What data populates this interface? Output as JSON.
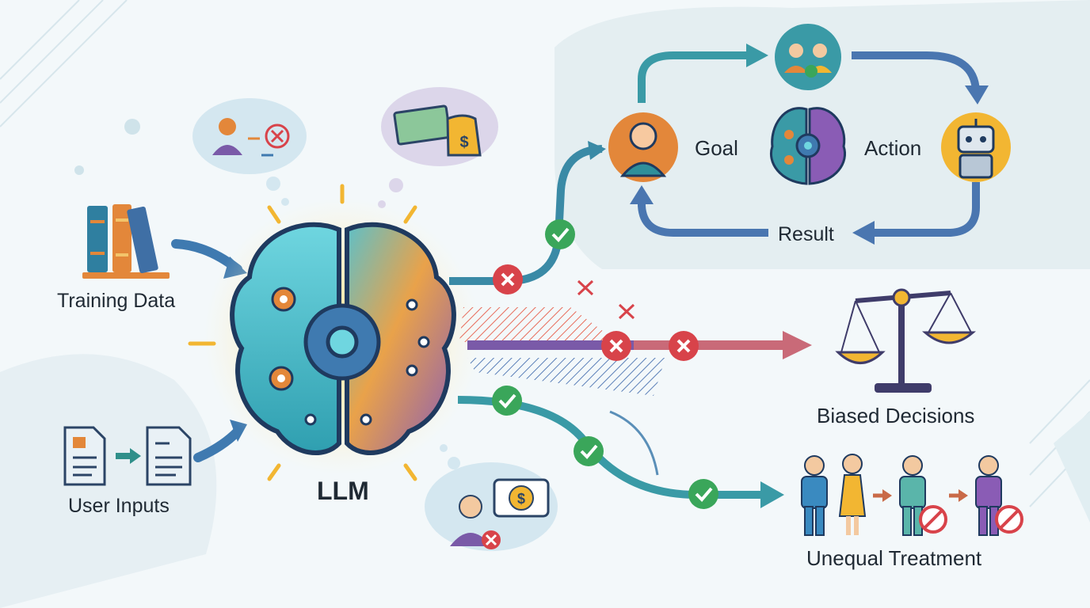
{
  "labels": {
    "training_data": "Training Data",
    "user_inputs": "User Inputs",
    "llm": "LLM",
    "goal": "Goal",
    "action": "Action",
    "result": "Result",
    "biased_decisions": "Biased Decisions",
    "unequal_treatment": "Unequal Treatment"
  },
  "icons": {
    "currency": "$"
  },
  "colors": {
    "teal": "#3a9aa6",
    "blue": "#4a76b0",
    "purple": "#7a5aa8",
    "red_arrow": "#c96a78",
    "orange": "#e3873a",
    "green_check": "#3aa65a",
    "red_x": "#d8434a",
    "gold": "#f2b632"
  }
}
